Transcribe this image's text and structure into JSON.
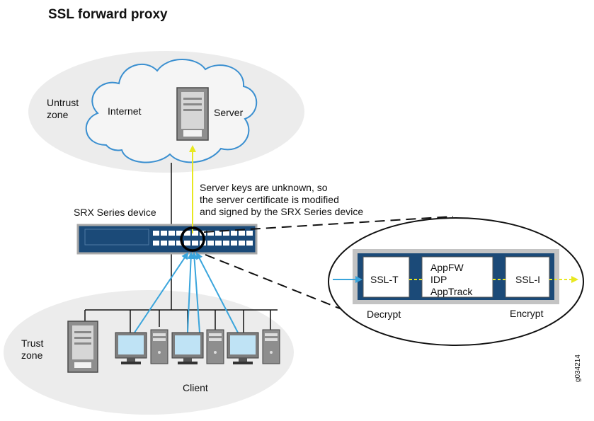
{
  "title": "SSL forward proxy",
  "zones": {
    "untrust": "Untrust\nzone",
    "trust": "Trust\nzone"
  },
  "cloud_label": "Internet",
  "server_label": "Server",
  "note": "Server keys are unknown, so\nthe server certificate is modified\nand signed by the SRX Series device",
  "srx_label": "SRX Series device",
  "client_label": "Client",
  "detail": {
    "ssl_t": "SSL-T",
    "services": "AppFW\nIDP\nAppTrack",
    "ssl_i": "SSL-I",
    "decrypt": "Decrypt",
    "encrypt": "Encrypt"
  },
  "figure_id": "g034214",
  "colors": {
    "device_blue": "#1b4a78",
    "arrow_blue": "#3aa5dc",
    "arrow_yellow": "#e8e820",
    "zone_gray": "#ececec",
    "cloud_fill": "#f3f3f3",
    "cloud_stroke": "#3a8fd0",
    "detail_gray": "#c3c3c3"
  }
}
